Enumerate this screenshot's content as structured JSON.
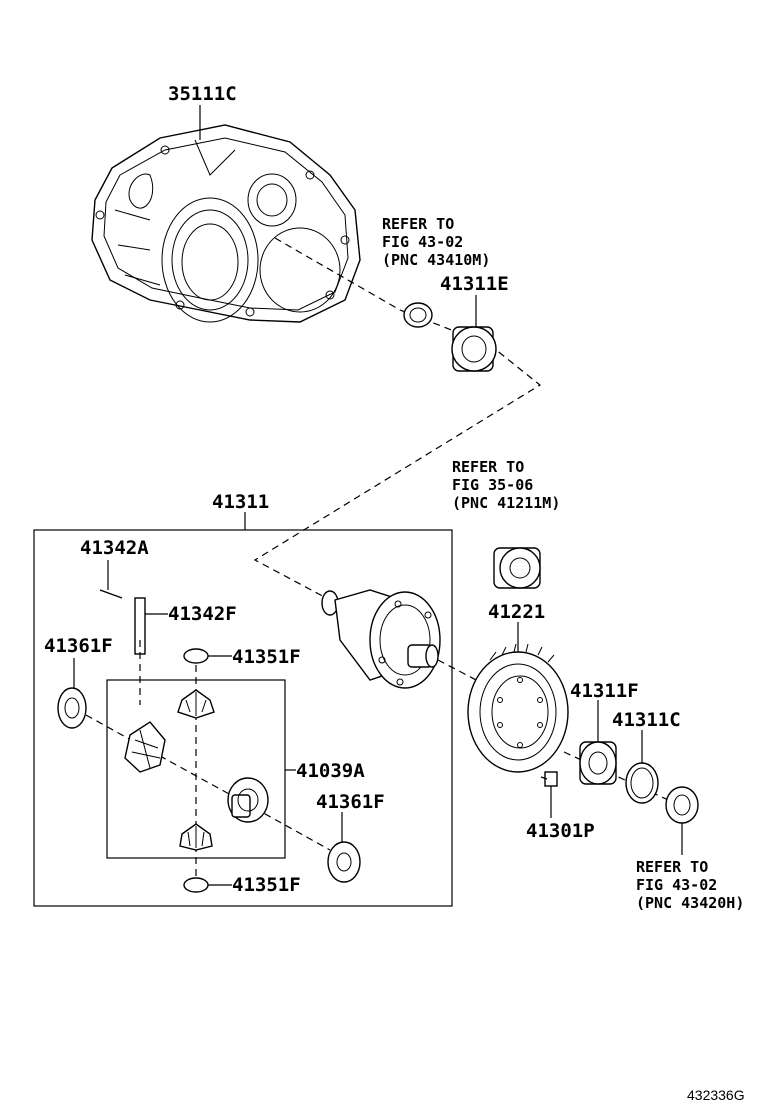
{
  "parts": {
    "p35111c": "35111C",
    "p41311e": "41311E",
    "p41311": "41311",
    "p41342a": "41342A",
    "p41342f": "41342F",
    "p41361f_a": "41361F",
    "p41351f_a": "41351F",
    "p41039a": "41039A",
    "p41361f_b": "41361F",
    "p41351f_b": "41351F",
    "p41221": "41221",
    "p41311f": "41311F",
    "p41311c": "41311C",
    "p41301p": "41301P"
  },
  "refs": {
    "r1": {
      "l1": "REFER TO",
      "l2": "FIG 43-02",
      "l3": "(PNC 43410M)"
    },
    "r2": {
      "l1": "REFER TO",
      "l2": "FIG 35-06",
      "l3": "(PNC 41211M)"
    },
    "r3": {
      "l1": "REFER TO",
      "l2": "FIG 43-02",
      "l3": "(PNC 43420H)"
    }
  },
  "figure_id": "432336G"
}
